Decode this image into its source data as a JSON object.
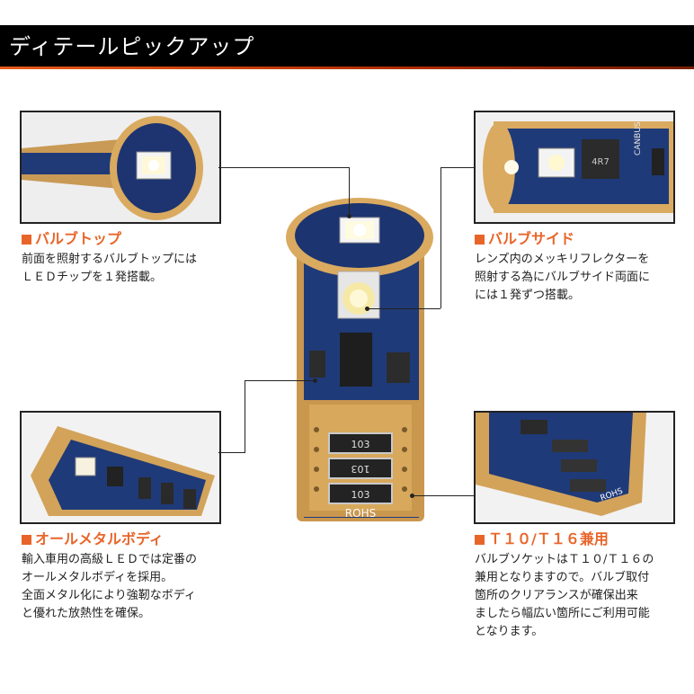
{
  "header": {
    "title": "ディテールピックアップ"
  },
  "sections": {
    "top_left": {
      "title": "バルブトップ",
      "lines": [
        "前面を照射するバルブトップには",
        "ＬＥＤチップを１発搭載。"
      ]
    },
    "top_right": {
      "title": "バルブサイド",
      "lines": [
        "レンズ内のメッキリフレクターを",
        "照射する為にバルブサイド両面に",
        "には１発ずつ搭載。"
      ]
    },
    "bottom_left": {
      "title": "オールメタルボディ",
      "lines": [
        "輸入車用の高級ＬＥＤでは定番の",
        "オールメタルボディを採用。",
        "全面メタル化により強靭なボディ",
        "と優れた放熱性を確保。"
      ]
    },
    "bottom_right": {
      "title": "Ｔ１０/Ｔ１６兼用",
      "lines": [
        "バルブソケットはＴ１０/Ｔ１６の",
        "兼用となりますので。バルブ取付",
        "箇所のクリアランスが確保出来",
        "ましたら幅広い箇所にご利用可能",
        "となります。"
      ]
    }
  },
  "product_marks": {
    "resistor_code": "103",
    "rohs": "ROHS",
    "canbus": "CANBUS",
    "inductor": "4R7"
  },
  "colors": {
    "accent": "#e8652a",
    "header_bg": "#000000",
    "pcb_blue": "#1f3a78",
    "gold": "#d8a85c"
  }
}
